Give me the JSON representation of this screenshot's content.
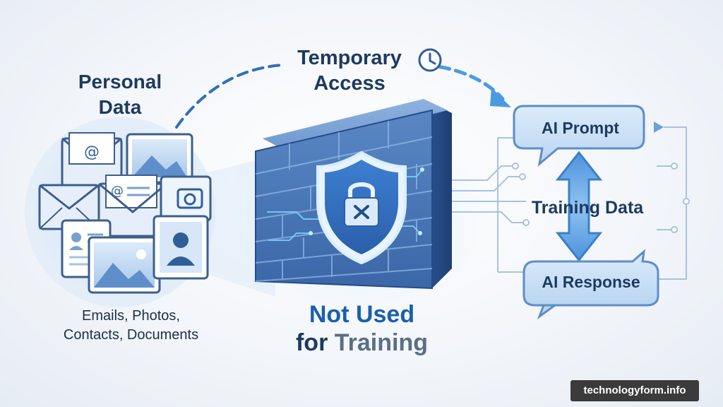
{
  "left": {
    "title_line1": "Personal",
    "title_line2": "Data",
    "caption_line1": "Emails, Photos,",
    "caption_line2": "Contacts, Documents"
  },
  "top": {
    "title_line1": "Temporary",
    "title_line2": "Access"
  },
  "center": {
    "line1": "Not Used",
    "line2_part1": "for ",
    "line2_part2": "Training"
  },
  "right": {
    "prompt": "AI Prompt",
    "training": "Training Data",
    "response": "AI Response"
  },
  "watermark": "technologyform.info",
  "icons": [
    "email-icon",
    "photo-icon",
    "camera-icon",
    "contact-icon",
    "clock-icon",
    "shield-lock-icon",
    "brick-wall",
    "circuit-lines"
  ],
  "colors": {
    "navy_text": "#1d3a5f",
    "accent_blue": "#1a5fae",
    "light_blue": "#bcd6f0",
    "wall_blue": "#3f6fae"
  }
}
